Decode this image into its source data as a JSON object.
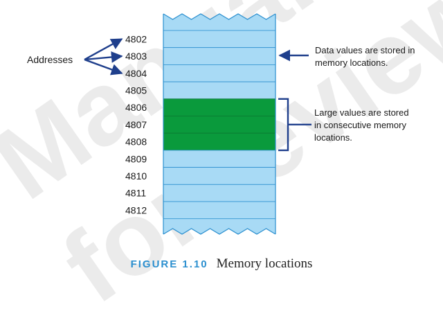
{
  "diagram": {
    "addresses_label": "Addresses",
    "rows": [
      {
        "address": "4802",
        "large": false
      },
      {
        "address": "4803",
        "large": false
      },
      {
        "address": "4804",
        "large": false
      },
      {
        "address": "4805",
        "large": false
      },
      {
        "address": "4806",
        "large": true
      },
      {
        "address": "4807",
        "large": true
      },
      {
        "address": "4808",
        "large": true
      },
      {
        "address": "4809",
        "large": false
      },
      {
        "address": "4810",
        "large": false
      },
      {
        "address": "4811",
        "large": false
      },
      {
        "address": "4812",
        "large": false
      }
    ],
    "data_note": [
      "Data values are stored in",
      "memory locations."
    ],
    "large_note": [
      "Large values are stored",
      "in consecutive memory",
      "locations."
    ],
    "colors": {
      "memory_fill": "#a8daf5",
      "memory_border": "#2b8fcf",
      "large_fill": "#0a9a3c",
      "arrow": "#1f3f8c"
    }
  },
  "caption": {
    "figure_label": "FIGURE 1.10",
    "title": "Memory locations"
  },
  "watermark": [
    "Manual",
    "for review"
  ]
}
